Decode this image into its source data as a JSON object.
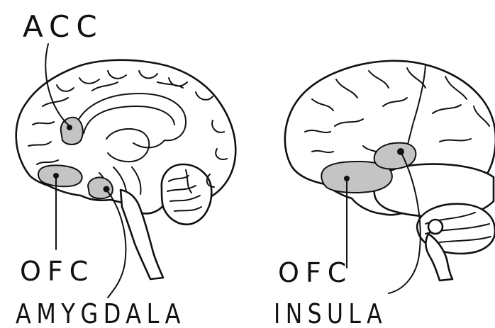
{
  "left_panel": {
    "labels": {
      "acc": "ACC",
      "ofc": "OFC",
      "amygdala": "AMYGDALA"
    }
  },
  "right_panel": {
    "labels": {
      "ofc": "OFC",
      "insula": "INSULA"
    }
  },
  "colors": {
    "highlight": "#c4c4c4",
    "ink": "#111111",
    "background": "#ffffff"
  }
}
